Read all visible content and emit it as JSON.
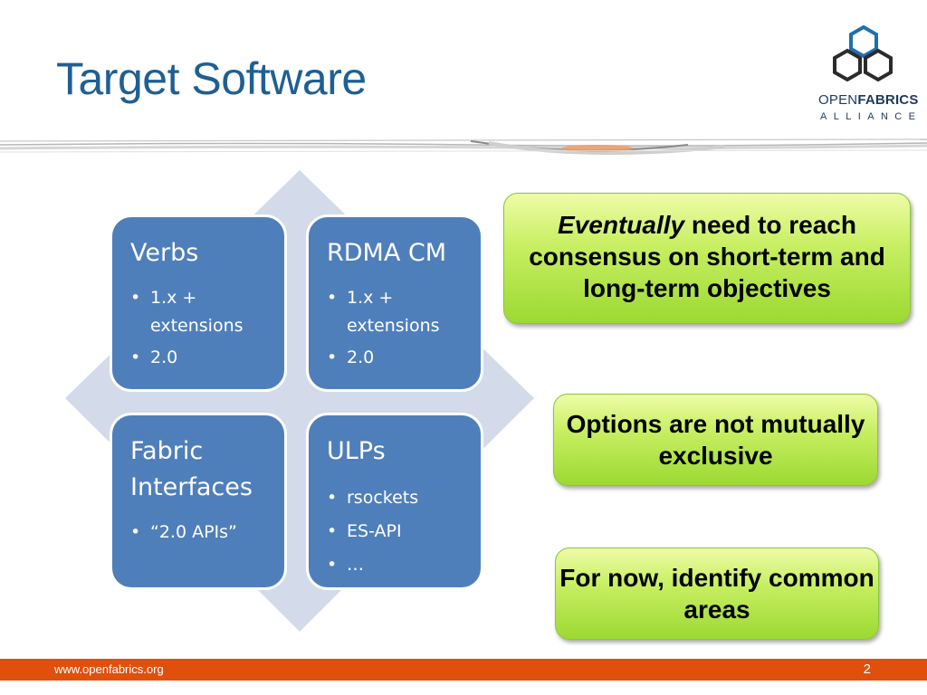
{
  "slide": {
    "title": "Target Software",
    "logo": {
      "line1_open": "OPEN",
      "line1_fabrics": "FABRICS",
      "line2": "ALLIANCE"
    },
    "boxes": [
      {
        "title": "Verbs",
        "bullets": [
          "1.x + extensions",
          "2.0"
        ]
      },
      {
        "title": "RDMA CM",
        "bullets": [
          "1.x + extensions",
          "2.0"
        ]
      },
      {
        "title": "Fabric Interfaces",
        "bullets": [
          "“2.0 APIs”"
        ]
      },
      {
        "title": "ULPs",
        "bullets": [
          "rsockets",
          "ES-API",
          "…"
        ]
      }
    ],
    "callouts": [
      {
        "emphasis": "Eventually",
        "text": " need to reach consensus on short-term and long-term objectives"
      },
      {
        "text": "Options are not mutually exclusive"
      },
      {
        "text": "For now, identify common areas"
      }
    ],
    "footer": {
      "url": "www.openfabrics.org",
      "page": "2"
    },
    "colors": {
      "title": "#1f5f93",
      "box": "#4f7fbb",
      "diamond": "#d3dbea",
      "footer": "#e0500c",
      "callout_green": "#9cd932"
    }
  }
}
